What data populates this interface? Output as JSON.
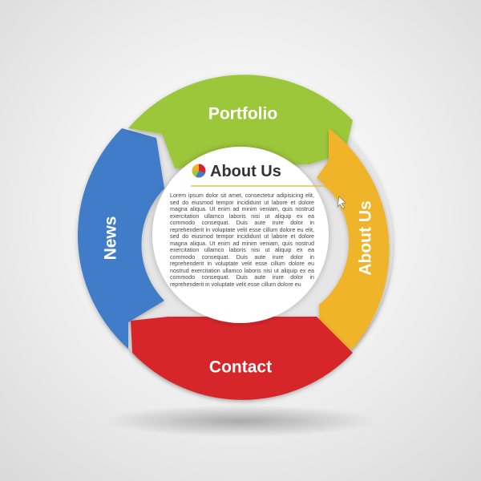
{
  "segments": {
    "portfolio": {
      "label": "Portfolio",
      "color": "#9dc73a"
    },
    "about": {
      "label": "About Us",
      "color": "#f0b429"
    },
    "contact": {
      "label": "Contact",
      "color": "#d7262b"
    },
    "news": {
      "label": "News",
      "color": "#3f7bc8"
    }
  },
  "center": {
    "title": "About Us",
    "icon": "pie-chart-icon",
    "body": "Lorem ipsum dolor sit amet, consectetur adipisicing elit, sed do eiusmod tempor incididunt ut labore et dolore magna aliqua. Ut enim ad minim veniam, quis nostrud exercitation ullamco laboris nisi ut aliquip ex ea commodo consequat. Duis aute irure dolor in reprehenderit in voluptate velit esse cillum dolore eu elit, sed do eiusmod tempor incididunt ut labore et dolore magna aliqua. Ut enim ad minim veniam, quis nostrud exercitation ullamco laboris nisi ut aliquip ex ea commodo consequat. Duis aute irure dolor in reprehenderit in voluptate velit esse cillum dolore eu nostrud exercitation ullamco laboris nisi ut aliquip ex ea commodo consequat. Duis aute irure dolor in reprehenderit in voluptate velit esse cillum dolore eu"
  },
  "pointer_icon": "arrow-pointer-icon"
}
